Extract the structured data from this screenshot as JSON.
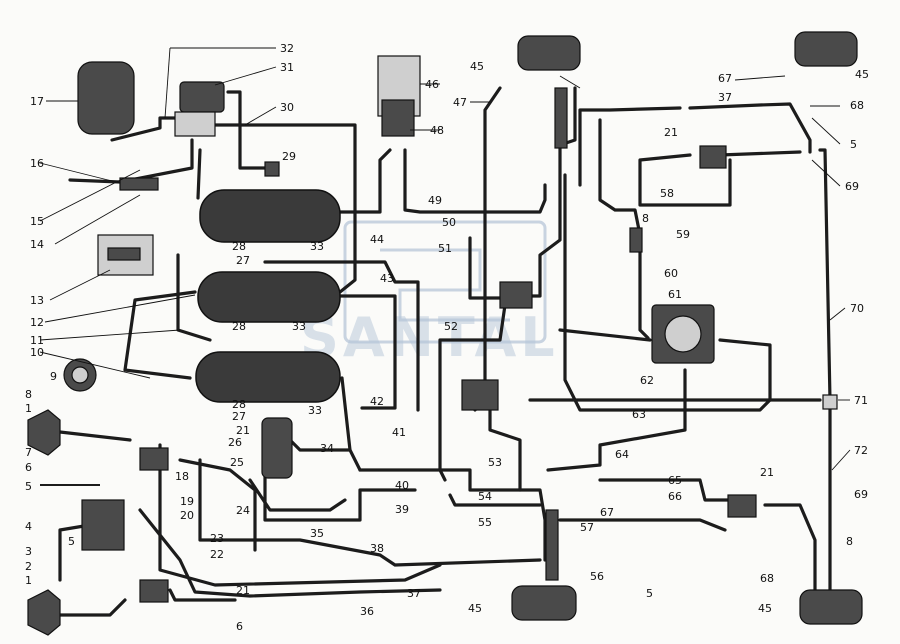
{
  "watermark": {
    "text": "SANTAL"
  },
  "labels": {
    "l1a": "1",
    "l1b": "1",
    "l2": "2",
    "l3": "3",
    "l4": "4",
    "l5a": "5",
    "l5b": "5",
    "l5c": "5",
    "l5d": "5",
    "l6a": "6",
    "l6b": "6",
    "l7": "7",
    "l8a": "8",
    "l8b": "8",
    "l8c": "8",
    "l9": "9",
    "l10": "10",
    "l11": "11",
    "l12": "12",
    "l13": "13",
    "l14": "14",
    "l15": "15",
    "l16": "16",
    "l17": "17",
    "l18": "18",
    "l19": "19",
    "l20": "20",
    "l21a": "21",
    "l21b": "21",
    "l21c": "21",
    "l21d": "21",
    "l22": "22",
    "l23": "23",
    "l24": "24",
    "l25": "25",
    "l26": "26",
    "l27a": "27",
    "l27b": "27",
    "l28a": "28",
    "l28b": "28",
    "l28c": "28",
    "l29": "29",
    "l30": "30",
    "l31": "31",
    "l32": "32",
    "l33a": "33",
    "l33b": "33",
    "l33c": "33",
    "l34": "34",
    "l35": "35",
    "l36": "36",
    "l37a": "37",
    "l37b": "37",
    "l38": "38",
    "l39": "39",
    "l40": "40",
    "l41": "41",
    "l42": "42",
    "l43": "43",
    "l44": "44",
    "l45a": "45",
    "l45b": "45",
    "l45c": "45",
    "l45d": "45",
    "l46": "46",
    "l47": "47",
    "l48": "48",
    "l49": "49",
    "l50": "50",
    "l51": "51",
    "l52": "52",
    "l53": "53",
    "l54": "54",
    "l55": "55",
    "l56": "56",
    "l57": "57",
    "l58": "58",
    "l59": "59",
    "l60": "60",
    "l61": "61",
    "l62": "62",
    "l63": "63",
    "l64": "64",
    "l65": "65",
    "l66": "66",
    "l67a": "67",
    "l67b": "67",
    "l68a": "68",
    "l68b": "68",
    "l69a": "69",
    "l69b": "69",
    "l70": "70",
    "l71": "71",
    "l72": "72"
  }
}
